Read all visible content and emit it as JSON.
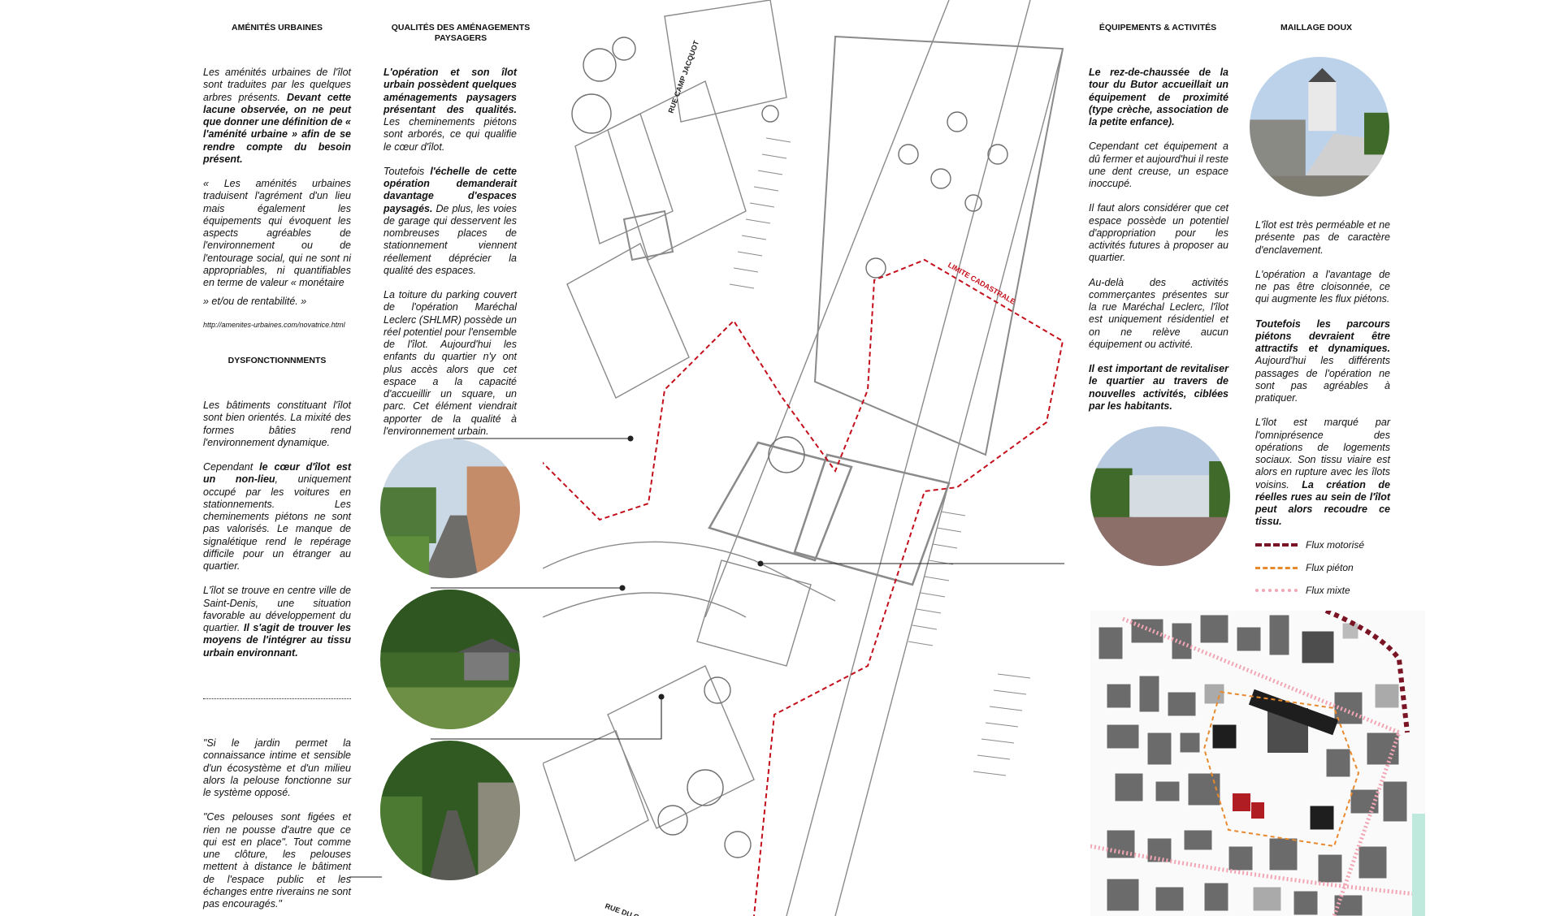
{
  "headings": {
    "amenites": "AMÉNITÉS URBAINES",
    "qualites": "QUALITÉS DES AMÉNAGEMENTS PAYSAGERS",
    "dysfonctionnements": "DYSFONCTIONNMENTS",
    "equipements": "ÉQUIPEMENTS & ACTIVITÉS",
    "maillage": "MAILLAGE DOUX"
  },
  "amenites": {
    "p1_plain": "Les aménités urbaines de l'îlot sont traduites par les quelques arbres présents. ",
    "p1_bold": "Devant cette lacune observée, on ne peut que donner une définition de « l'aménité urbaine » afin de se rendre compte du besoin présent.",
    "quote": "« Les aménités urbaines traduisent l'agrément d'un lieu mais également les équipements qui évoquent les aspects agréables de l'environnement ou de l'entourage social, qui ne sont ni appropriables, ni quantifiables en terme de valeur « monétaire",
    "quote_end": "» et/ou de rentabilité. »",
    "url": "http://amenites-urbaines.com/novatrice.html"
  },
  "dysfonctionnements": {
    "p1": "Les bâtiments constituant l'îlot sont bien orientés. La mixité des formes bâties rend l'environnement dynamique.",
    "p2_a": "Cependant ",
    "p2_bold": "le cœur d'îlot est un non-lieu",
    "p2_b": ", uniquement occupé par les voitures en stationnements. Les cheminements piétons ne sont pas valorisés. Le manque de signalétique rend le repérage difficile pour un étranger au quartier.",
    "p3_a": "L'îlot se trouve en centre ville de Saint-Denis, une situation favorable au développement du quartier. ",
    "p3_bold": "Il s'agit de trouver les moyens de l'intégrer au tissu urbain environnant.",
    "quote1": "\"Si le jardin permet la connaissance intime et sensible d'un écosystème et d'un milieu alors la pelouse fonctionne sur le système opposé.",
    "quote2": "\"Ces pelouses sont figées et rien ne pousse d'autre que ce qui est en place\". Tout comme une clôture, les pelouses mettent à distance le bâtiment de l'espace public et les échanges entre riverains ne sont pas encouragés.\""
  },
  "qualites": {
    "p1_bold": "L'opération et son îlot urbain possèdent quelques aménagements paysagers présentant des qualités.",
    "p1_plain": " Les cheminements piétons sont arborés, ce qui qualifie le cœur d'îlot.",
    "p2_a": "Toutefois ",
    "p2_bold": "l'échelle de cette opération demanderait davantage d'espaces paysagés.",
    "p2_b": " De plus, les voies de garage qui desservent les nombreuses places de stationnement viennent réellement déprécier la qualité des espaces.",
    "p3": "La toiture du parking couvert de l'opération Maréchal Leclerc (SHLMR) possède un réel potentiel pour l'ensemble de l'îlot. Aujourd'hui les enfants du quartier n'y ont plus accès alors que cet espace a la capacité d'accueillir un square, un parc. Cet élément viendrait apporter de la qualité à l'environnement urbain."
  },
  "equipements": {
    "p1_bold": "Le rez-de-chaussée de la tour du Butor accueillait un équipement de proximité (type crèche, association de la petite enfance).",
    "p2": "Cependant cet équipement a dû fermer et aujourd'hui il reste une dent creuse, un espace inoccupé.",
    "p3": "Il faut alors considérer que cet espace possède un potentiel d'appropriation pour les activités futures à proposer au quartier.",
    "p4": "Au-delà des activités commerçantes présentes sur la rue Maréchal Leclerc, l'îlot est uniquement résidentiel et on ne relève aucun équipement ou activité.",
    "p5_bold": "Il est important de revitaliser le quartier au travers de nouvelles activités, ciblées par les habitants."
  },
  "maillage": {
    "p1": "L'îlot est très perméable et ne présente pas de caractère d'enclavement.",
    "p2": "L'opération a l'avantage de ne pas être cloisonnée, ce qui augmente les flux piétons.",
    "p3_bold": "Toutefois les parcours piétons devraient être attractifs et dynamiques.",
    "p3_plain": " Aujourd'hui les différents passages de l'opération ne sont pas agréables à pratiquer.",
    "p4_plain": "L'îlot est marqué par l'omniprésence des opérations de logements sociaux. Son tissu viaire est alors en rupture avec les îlots voisins. ",
    "p4_bold": "La création de réelles rues au sein de l'îlot peut alors recoudre ce tissu."
  },
  "legend": {
    "motorise": "Flux motorisé",
    "pieton": "Flux piéton",
    "mixte": "Flux mixte",
    "colors": {
      "motorise": "#7a1424",
      "pieton": "#e8892e",
      "mixte": "#f2a6b4"
    }
  },
  "map_labels": {
    "street_top": "RUE CAMP JACQUOT",
    "street_bottom": "RUE DU GAL",
    "cadastre": "LIMITE CADASTRALE"
  },
  "colors": {
    "cadastre": "#c4101c",
    "sketch": "#8a8a8a"
  }
}
